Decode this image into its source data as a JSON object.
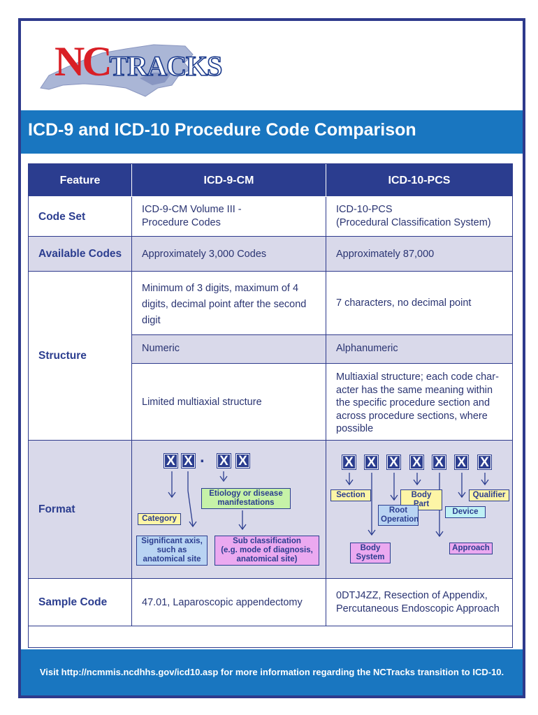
{
  "logo": {
    "nc": "NC",
    "tracks": "TRACKS"
  },
  "title": "ICD-9 and ICD-10 Procedure Code Comparison",
  "table": {
    "headers": [
      "Feature",
      "ICD-9-CM",
      "ICD-10-PCS"
    ],
    "code_set": {
      "feature": "Code Set",
      "icd9_line1": "ICD-9-CM Volume III -",
      "icd9_line2": "Procedure Codes",
      "icd10_line1": "ICD-10-PCS",
      "icd10_line2": "(Procedural Classification System)"
    },
    "available": {
      "feature": "Available Codes",
      "icd9": "Approximately 3,000 Codes",
      "icd10": "Approximately 87,000"
    },
    "structure": {
      "feature": "Structure",
      "r1_icd9_l1": "Minimum of 3 digits, maximum of 4",
      "r1_icd9_l2": "digits, decimal point after the second",
      "r1_icd9_l3": "digit",
      "r1_icd10": "7 characters, no decimal point",
      "r2_icd9": "Numeric",
      "r2_icd10": "Alphanumeric",
      "r3_icd9": "Limited multiaxial structure",
      "r3_icd10_l1": "Multiaxial structure; each code char-",
      "r3_icd10_l2": "acter has the same meaning within",
      "r3_icd10_l3": "the specific procedure section and",
      "r3_icd10_l4": "across procedure sections, where",
      "r3_icd10_l5": "possible"
    },
    "format": {
      "feature": "Format",
      "x": "X",
      "dot": ".",
      "icd9_labels": {
        "etiology_l1": "Etiology or disease",
        "etiology_l2": "manifestations",
        "category": "Category",
        "axis_l1": "Significant axis,",
        "axis_l2": "such as",
        "axis_l3": "anatomical site",
        "sub_l1": "Sub classification",
        "sub_l2": "(e.g. mode of diagnosis,",
        "sub_l3": "anatomical site)"
      },
      "icd10_labels": {
        "section": "Section",
        "body_part": "Body Part",
        "qualifier": "Qualifier",
        "root_l1": "Root",
        "root_l2": "Operation",
        "device": "Device",
        "body_system_l1": "Body",
        "body_system_l2": "System",
        "approach": "Approach"
      }
    },
    "sample": {
      "feature": "Sample Code",
      "icd9": "47.01, Laparoscopic appendectomy",
      "icd10_l1": "0DTJ4ZZ, Resection of Appendix,",
      "icd10_l2": "Percutaneous Endoscopic Approach"
    }
  },
  "footer": "Visit http://ncmmis.ncdhhs.gov/icd10.asp for more information regarding the NCTracks transition to ICD-10.",
  "colors": {
    "navy": "#2b3d8f",
    "blue_bar": "#1976c0",
    "shade": "#d9d9ea",
    "logo_red": "#d91f26"
  }
}
